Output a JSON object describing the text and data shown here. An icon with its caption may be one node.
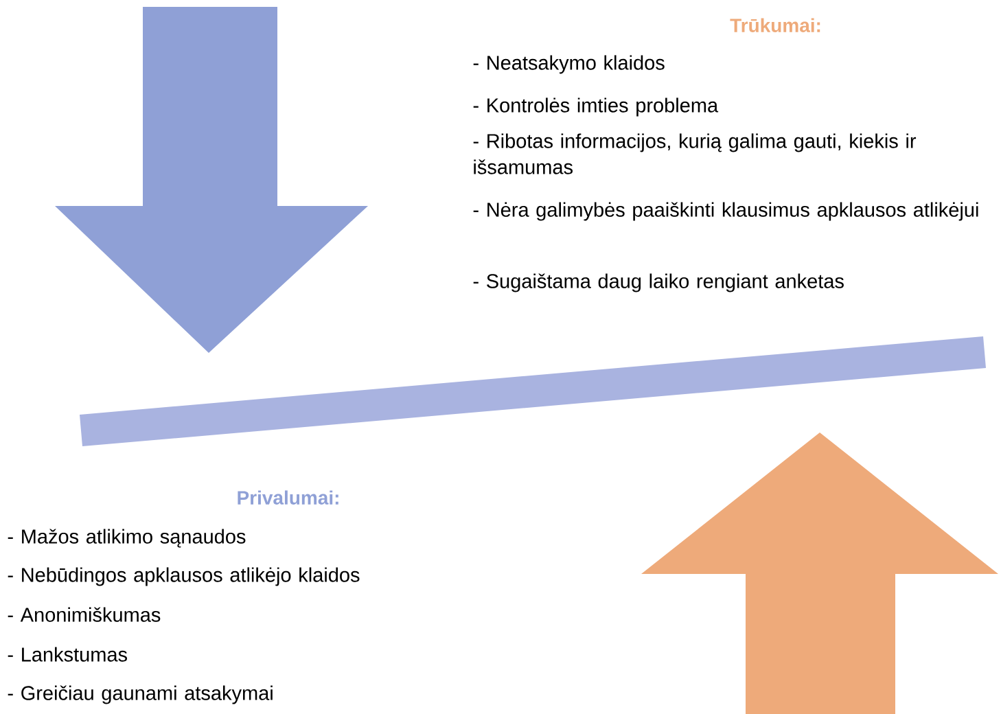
{
  "diagram": {
    "labels": [
      "Trūkumai:",
      "- Neatsakymo klaidos",
      "- Kontrolės imties problema",
      "- Ribotas informacijos, kurią galima gauti, kiekis ir išsamumas",
      "- Nėra galimybės paaiškinti klausimus apklausos atlikėjui",
      "- Sugaištama daug laiko rengiant anketas",
      "Privalumai:",
      "- Mažos atlikimo sąnaudos",
      "- Nebūdingos apklausos atlikėjo klaidos",
      "- Anonimiškumas",
      "- Lankstumas",
      "- Greičiau gaunami atsakymai"
    ]
  }
}
